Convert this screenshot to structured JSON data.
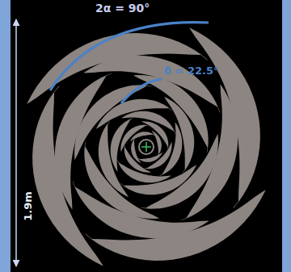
{
  "diagram": {
    "labels": [
      "2α = 90°",
      "δ = 22.5°",
      "1.9m"
    ]
  }
}
